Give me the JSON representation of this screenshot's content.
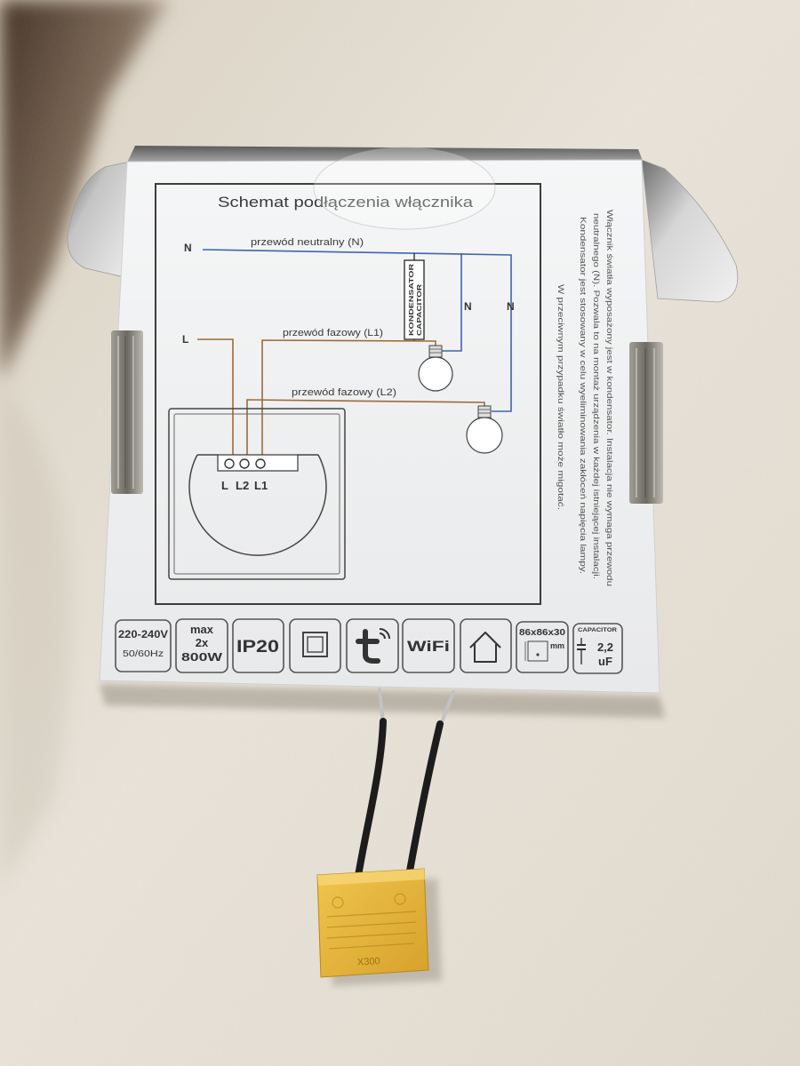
{
  "diagram": {
    "title": "Schemat podłączenia włącznika",
    "neutral_terminal": "N",
    "neutral_wire_label": "przewód neutralny (N)",
    "capacitor_label": [
      "KONDENSATOR",
      "CAPACITOR"
    ],
    "lamp1_neutral": "N",
    "lamp2_neutral": "N",
    "phase_terminal": "L",
    "phase_wire_l1_label": "przewód fazowy (L1)",
    "phase_wire_l2_label": "przewód fazowy (L2)",
    "switch_terminals": [
      "L",
      "L2",
      "L1"
    ]
  },
  "description": [
    "Włącznik światła wyposażony jest w kondensator. Instalacja nie wymaga przewodu",
    "neutralnego (N). Pozwala to na montaż urządzenia w każdej istniejącej instalacji.",
    "Kondensator jest stosowany w celu wyeliminowania zakłóceń napięcia lampy.",
    "W przeciwnym przypadku światło może migotać."
  ],
  "specs": {
    "voltage": "220-240V",
    "frequency": "50/60Hz",
    "load": [
      "max",
      "2x",
      "800W"
    ],
    "protection": "IP20",
    "connectivity": "WiFi",
    "dimensions": "86x86x30",
    "dimensions_unit": "mm",
    "capacitor_heading": "CAPACITOR",
    "capacitor_value": "2,2",
    "capacitor_unit": "uF",
    "icons": [
      "square-frame-icon",
      "tuya-app-icon",
      "house-icon",
      "mounting-box-icon",
      "capacitor-symbol-icon"
    ]
  },
  "capacitor_part": {
    "marking": "X300"
  },
  "colors": {
    "neutral_wire": "#3f63b5",
    "phase_wire": "#9b6b3b",
    "capacitor_body": "#e6b53a",
    "box_face": "#f3f4f5",
    "fabric": "#e8e2d6"
  }
}
